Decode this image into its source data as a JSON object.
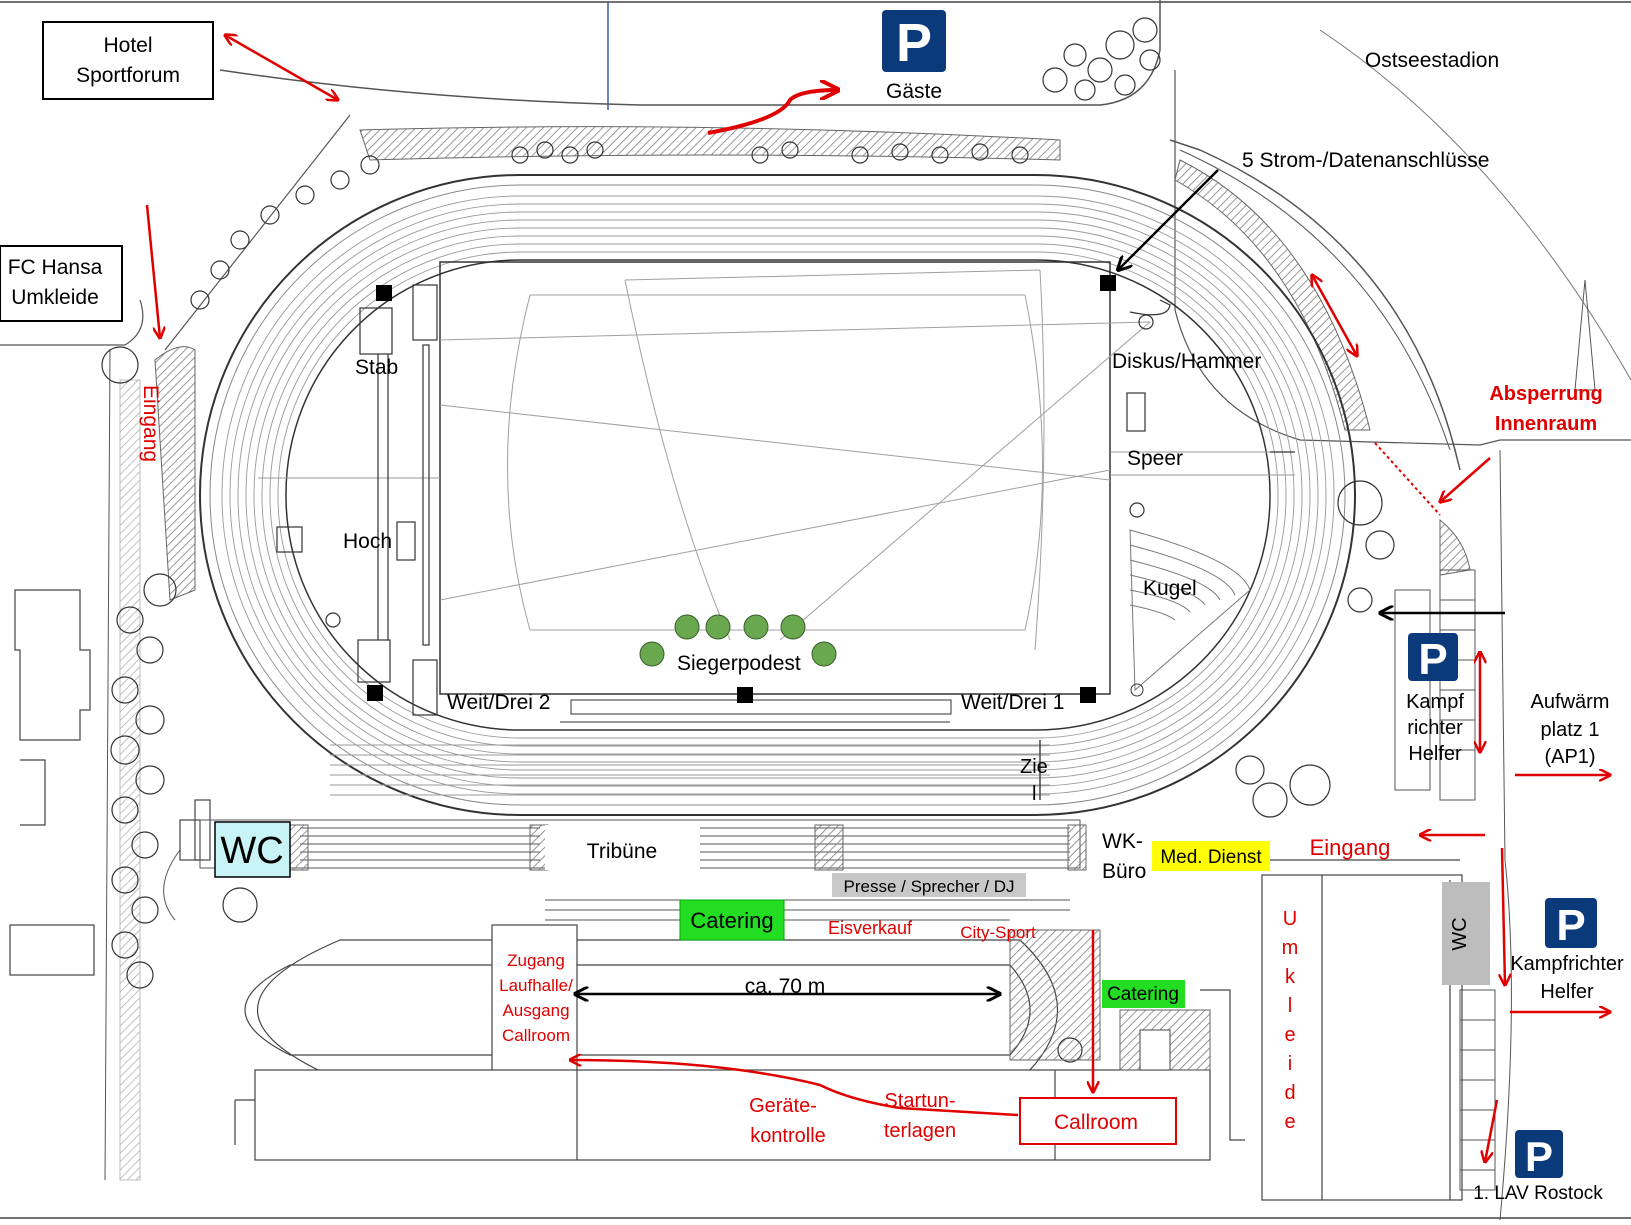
{
  "labels": {
    "hotel_line1": "Hotel",
    "hotel_line2": "Sportforum",
    "fc_line1": "FC Hansa",
    "fc_line2": "Umkleide",
    "gaeste": "Gäste",
    "ostseestadion": "Ostseestadion",
    "strom": "5 Strom-/Datenanschlüsse",
    "eingang_left": "Eingang",
    "stab": "Stab",
    "hoch": "Hoch",
    "diskus": "Diskus/Hammer",
    "speer": "Speer",
    "kugel": "Kugel",
    "siegerpodest": "Siegerpodest",
    "weit_drei_2": "Weit/Drei 2",
    "weit_drei_1": "Weit/Drei 1",
    "ziel_line1": "Zie",
    "ziel_line2": "l",
    "absperrung_line1": "Absperrung",
    "absperrung_line2": "Innenraum",
    "kampfrichter1_line1": "Kampf",
    "kampfrichter1_line2": "richter",
    "kampfrichter1_line3": "Helfer",
    "aufwaerm_line1": "Aufwärm",
    "aufwaerm_line2": "platz 1",
    "aufwaerm_line3": "(AP1)",
    "wc_left": "WC",
    "tribuene": "Tribüne",
    "wk_line1": "WK-",
    "wk_line2": "Büro",
    "med_dienst": "Med. Dienst",
    "eingang_right": "Eingang",
    "presse": "Presse / Sprecher / DJ",
    "catering_top": "Catering",
    "eisverkauf": "Eisverkauf",
    "city_sport": "City-Sport",
    "zugang_line1": "Zugang",
    "zugang_line2": "Laufhalle/",
    "zugang_line3": "Ausgang",
    "zugang_line4": "Callroom",
    "ca70": "ca. 70 m",
    "catering_right": "Catering",
    "umkleide_letters": [
      "U",
      "m",
      "k",
      "l",
      "e",
      "i",
      "d",
      "e"
    ],
    "wc_right": "WC",
    "kampfrichter2_line1": "Kampfrichter",
    "kampfrichter2_line2": "Helfer",
    "geraete_line1": "Geräte-",
    "geraete_line2": "kontrolle",
    "startun_line1": "Startun-",
    "startun_line2": "terlagen",
    "callroom": "Callroom",
    "lav": "1. LAV Rostock",
    "parking": "P"
  },
  "colors": {
    "arrow_red": "#e00000",
    "parking_blue": "#0b3a7a",
    "catering_green": "#22dd22",
    "med_yellow": "#ffff00",
    "wc_cyan": "#c8f4f8",
    "presse_gray": "#c8c8c8",
    "wc_right_gray": "#bdbdbd"
  },
  "icons": [
    "parking-sign-icon",
    "tree-icon",
    "red-arrow-icon",
    "black-arrow-icon"
  ]
}
